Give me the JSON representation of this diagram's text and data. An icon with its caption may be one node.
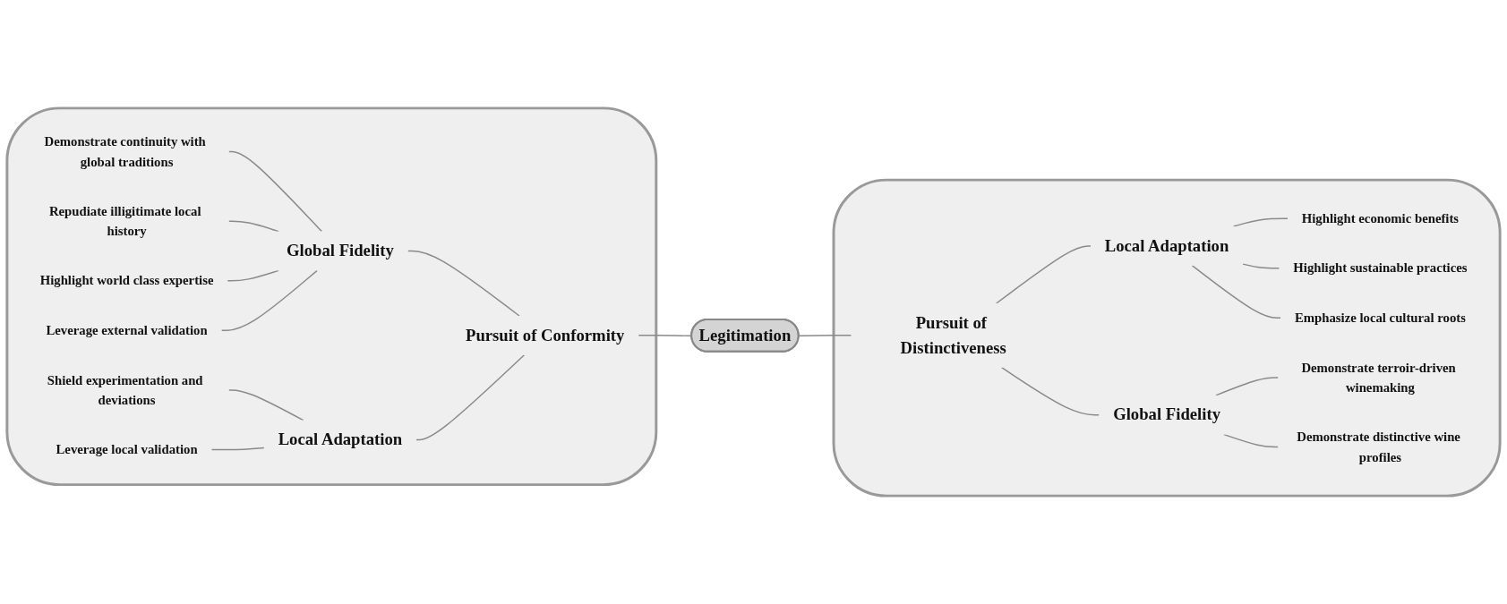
{
  "diagram": {
    "nodes": [
      {
        "text": [],
        "shape": "cloud"
      },
      {
        "text": [
          "Pursuit of Conformity"
        ],
        "in": 0
      },
      {
        "text": [
          "Global Fidelity"
        ],
        "in": 0
      },
      {
        "text": [
          "Demonstrate continuity with global traditions"
        ],
        "in": 0
      },
      {
        "text": [
          "Repudiate illigitimate local history"
        ],
        "in": 0
      },
      {
        "text": [
          "Highlight world class expertise"
        ],
        "in": 0
      },
      {
        "text": [
          "Leverage external validation"
        ],
        "in": 0
      },
      {
        "text": [
          "Local Adaptation"
        ],
        "in": 0
      },
      {
        "text": [
          "Shield experimentation and deviations"
        ],
        "in": 0
      },
      {
        "text": [
          "Leverage local validation"
        ],
        "in": 0
      },
      {
        "text": [
          "Legitimation"
        ]
      },
      {
        "text": [],
        "shape": "cloud"
      },
      {
        "text": [
          "Pursuit of Distinctiveness"
        ],
        "in": 11
      },
      {
        "text": [
          "Local Adaptation"
        ],
        "in": 11
      },
      {
        "text": [
          "Highlight economic benefits"
        ],
        "in": 11
      },
      {
        "text": [
          "Highlight sustainable practices"
        ],
        "in": 11
      },
      {
        "text": [
          "Emphasize local cultural roots"
        ],
        "in": 11
      },
      {
        "text": [
          "Global Fidelity"
        ],
        "in": 11
      },
      {
        "text": [
          "Demonstrate terroir-driven winemaking"
        ],
        "in": 11
      },
      {
        "text": [
          "Demonstrate distinctive wine profiles"
        ],
        "in": 11
      }
    ],
    "edges": [
      {
        "from": 3,
        "to": 2,
        "arrow": "none"
      },
      {
        "from": 4,
        "to": 2,
        "arrow": "none"
      },
      {
        "from": 5,
        "to": 2,
        "arrow": "none"
      },
      {
        "from": 6,
        "to": 2,
        "arrow": "none"
      },
      {
        "from": 8,
        "to": 7,
        "arrow": "none"
      },
      {
        "from": 9,
        "to": 7,
        "arrow": "none"
      },
      {
        "from": 2,
        "to": 1,
        "arrow": "none"
      },
      {
        "from": 7,
        "to": 1,
        "arrow": "none"
      },
      {
        "from": 1,
        "to": 10,
        "arrow": "none"
      },
      {
        "from": 10,
        "to": 12,
        "arrow": "none"
      },
      {
        "from": 12,
        "to": 13,
        "arrow": "none"
      },
      {
        "from": 12,
        "to": 17,
        "arrow": "none"
      },
      {
        "from": 13,
        "to": 14,
        "arrow": "none"
      },
      {
        "from": 13,
        "to": 15,
        "arrow": "none"
      },
      {
        "from": 13,
        "to": 16,
        "arrow": "none"
      },
      {
        "from": 17,
        "to": 18,
        "arrow": "none"
      },
      {
        "from": 17,
        "to": 19,
        "arrow": "none"
      }
    ]
  }
}
